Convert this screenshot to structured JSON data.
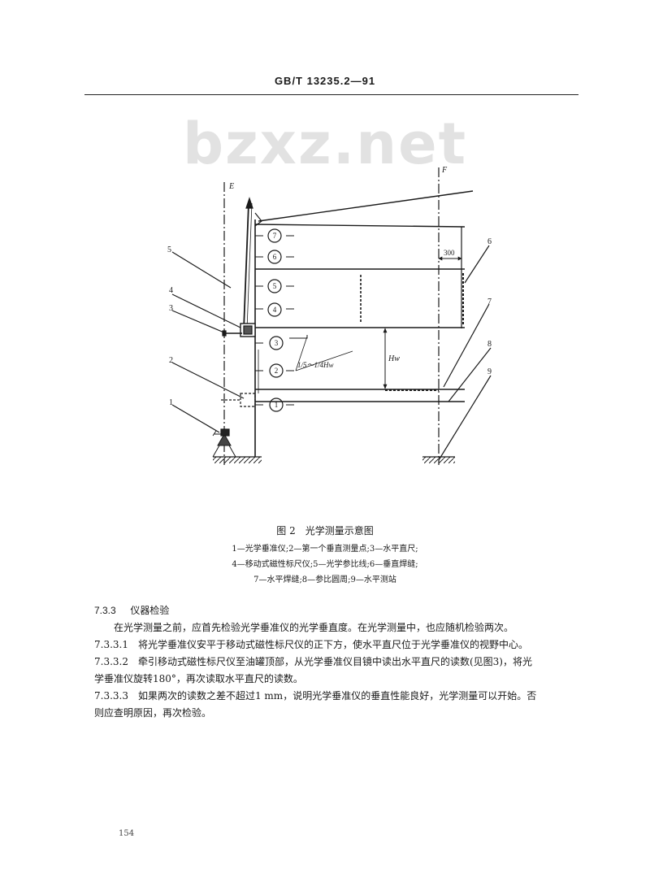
{
  "header": {
    "standard_no": "GB/T 13235.2—91"
  },
  "watermark": "bzxz.net",
  "figure": {
    "labels": {
      "E": "E",
      "F": "F",
      "dim_300": "300",
      "ratio": "1/5～1/4Hw",
      "Hw": "Hw",
      "c1": "1",
      "c2": "2",
      "c3": "3",
      "c4": "4",
      "c5": "5",
      "c6": "6",
      "c7": "7",
      "n1": "1",
      "n2": "2",
      "n3": "3",
      "n4": "4",
      "n5": "5",
      "n6": "6",
      "n7": "7",
      "n8": "8",
      "n9": "9"
    },
    "title": "图 2　光学测量示意图",
    "legend": [
      "1—光学垂准仪;2—第一个垂直测量点;3—水平直尺;",
      "4—移动式磁性标尺仪;5—光学参比线;6—垂直焊缝;",
      "7—水平焊缝;8—参比圆周;9—水平测站"
    ]
  },
  "sections": [
    {
      "num": "7.3.3",
      "title": "仪器检验"
    }
  ],
  "paragraphs": [
    "在光学测量之前，应首先检验光学垂准仪的光学垂直度。在光学测量中，也应随机检验两次。",
    "7.3.3.1　将光学垂准仪安平于移动式磁性标尺仪的正下方，使水平直尺位于光学垂准仪的视野中心。",
    "7.3.3.2　牵引移动式磁性标尺仪至油罐顶部，从光学垂准仪目镜中读出水平直尺的读数(见图3)，将光",
    "学垂准仪旋转180°，再次读取水平直尺的读数。",
    "7.3.3.3　如果两次的读数之差不超过1 mm，说明光学垂准仪的垂直性能良好，光学测量可以开始。否",
    "则应查明原因，再次检验。"
  ],
  "page_number": "154"
}
